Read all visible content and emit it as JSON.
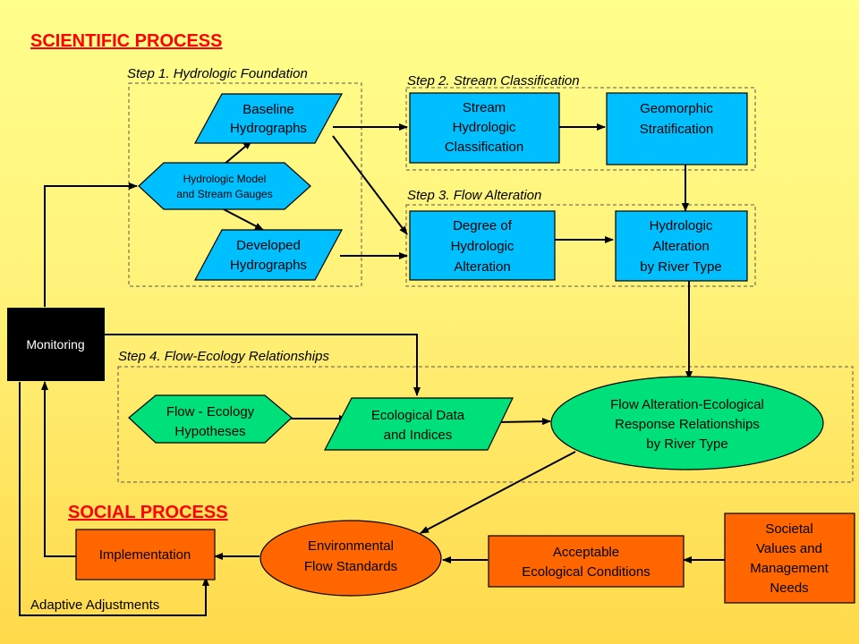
{
  "headings": {
    "scientific": "SCIENTIFIC PROCESS",
    "social": "SOCIAL PROCESS"
  },
  "steps": {
    "step1": "Step 1. Hydrologic Foundation",
    "step2": "Step 2. Stream Classification",
    "step3": "Step 3.  Flow Alteration",
    "step4": "Step 4. Flow-Ecology Relationships"
  },
  "nodes": {
    "baseline": [
      "Baseline",
      "Hydrographs"
    ],
    "hydro_model": [
      "Hydrologic Model",
      "and Stream Gauges"
    ],
    "developed": [
      "Developed",
      "Hydrographs"
    ],
    "stream_class": [
      "Stream",
      "Hydrologic",
      "Classification"
    ],
    "geomorphic": [
      "Geomorphic",
      "Stratification"
    ],
    "degree": [
      "Degree of",
      "Hydrologic",
      "Alteration"
    ],
    "alteration_type": [
      "Hydrologic",
      "Alteration",
      "by River Type"
    ],
    "flow_eco_hyp": [
      "Flow - Ecology",
      "Hypotheses"
    ],
    "eco_data": [
      "Ecological Data",
      "and Indices"
    ],
    "response": [
      "Flow Alteration-Ecological",
      "Response Relationships",
      "by River Type"
    ],
    "monitoring": [
      "Monitoring"
    ],
    "implementation": [
      "Implementation"
    ],
    "env_standards": [
      "Environmental",
      "Flow Standards"
    ],
    "acceptable": [
      "Acceptable",
      "Ecological Conditions"
    ],
    "societal": [
      "Societal",
      "Values and",
      "Management",
      "Needs"
    ]
  },
  "adaptive_label": "Adaptive Adjustments",
  "colors": {
    "blue": "#00bfff",
    "green": "#00e07a",
    "orange": "#ff6600",
    "heading_red": "#ff0000"
  }
}
